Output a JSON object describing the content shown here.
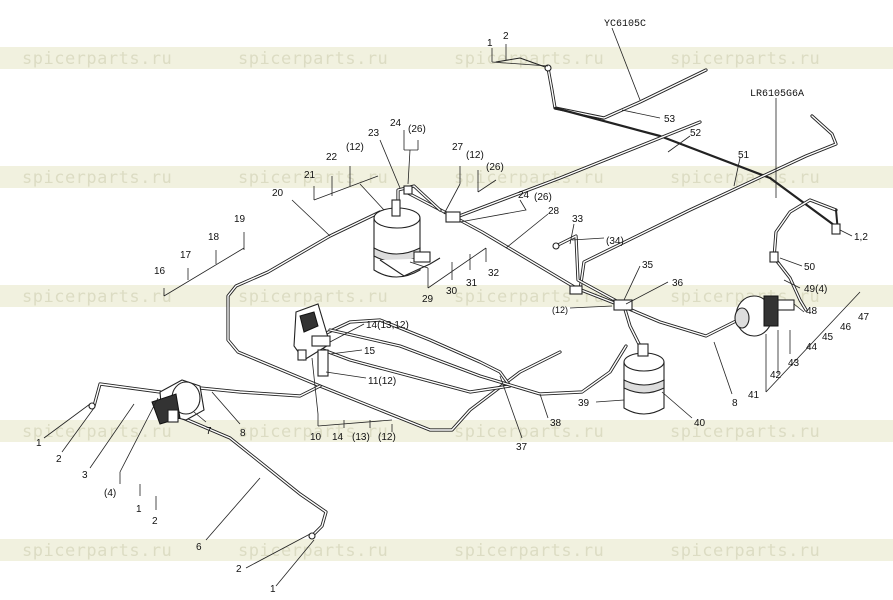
{
  "watermark": "spicerparts.ru",
  "models": [
    "YC6105C",
    "LR6105G6A"
  ],
  "labels": {
    "l1a": "1",
    "l2a": "2",
    "l1b": "1",
    "l2b": "2",
    "l3": "3",
    "l4p": "(4)",
    "l1c": "1",
    "l2c": "2",
    "l6": "6",
    "l2d": "2",
    "l1d": "1",
    "l7": "7",
    "l8a": "8",
    "l10": "10",
    "l14b": "14",
    "l13p": "(13)",
    "l12c": "(12)",
    "l11": "11(12)",
    "l15": "15",
    "l14a": "14(13,12)",
    "l16": "16",
    "l17": "17",
    "l18": "18",
    "l19": "19",
    "l20": "20",
    "l21": "21",
    "l22": "22",
    "l12a": "(12)",
    "l23": "23",
    "l24a": "24",
    "l26a": "(26)",
    "l27": "27",
    "l12b": "(12)",
    "l26b": "(26)",
    "l24b": "24",
    "l26c": "(26)",
    "l28": "28",
    "l29": "29",
    "l30": "30",
    "l31": "31",
    "l32": "32",
    "l33": "33",
    "l34": "(34)",
    "l35": "35",
    "l36": "36",
    "l12d": "(12)",
    "l37": "37",
    "l38": "38",
    "l39": "39",
    "l40": "40",
    "l8b": "8",
    "l41": "41",
    "l42": "42",
    "l43": "43",
    "l44": "44",
    "l45": "45",
    "l46": "46",
    "l47": "47",
    "l48": "48",
    "l49": "49(4)",
    "l50": "50",
    "l12e": "1,2",
    "l51": "51",
    "l52": "52",
    "l53": "53"
  }
}
